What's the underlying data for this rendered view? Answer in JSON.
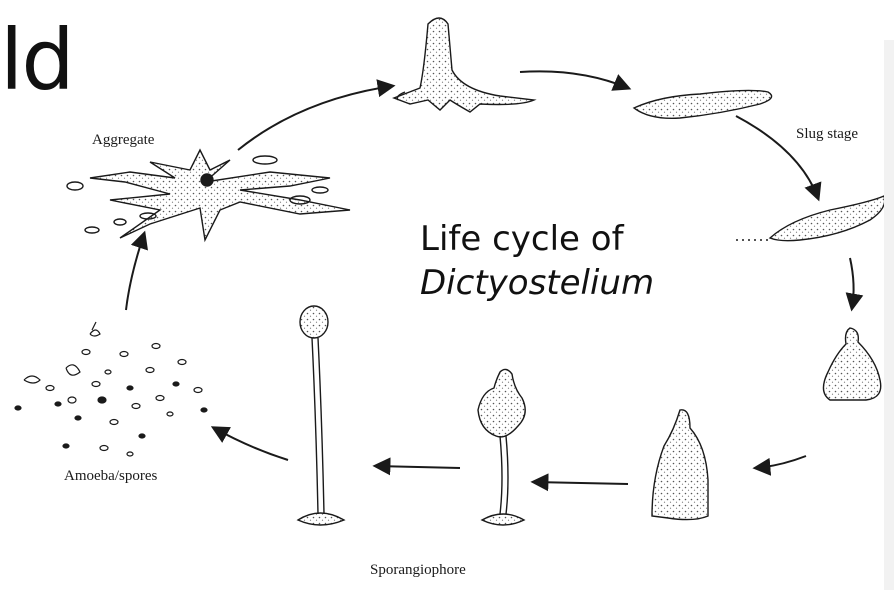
{
  "slide": {
    "heading_fragment": "ld",
    "title_line1": "Life cycle of",
    "title_species": "Dictyostelium"
  },
  "diagram": {
    "stages": [
      {
        "label": "Aggregate"
      },
      {
        "label": "Slug stage"
      },
      {
        "label": "Sporangiophore"
      },
      {
        "label": "Amoeba/spores"
      }
    ],
    "colors": {
      "ink": "#1a1a1a",
      "background": "#ffffff",
      "stipple": "#555555"
    }
  }
}
